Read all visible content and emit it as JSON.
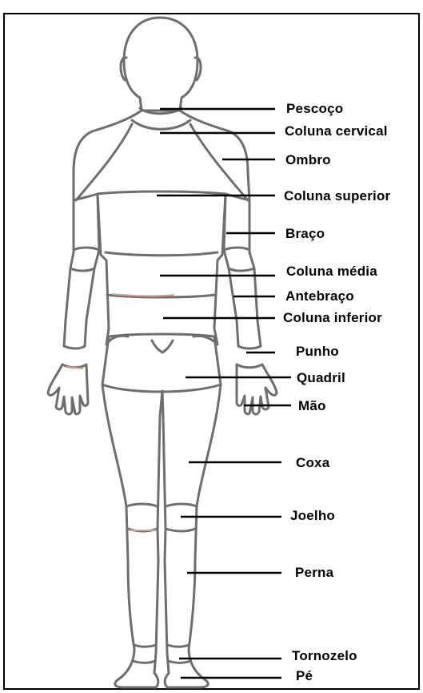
{
  "colors": {
    "outline": "#6e6e6e",
    "line": "#000000",
    "accent": "#d9a08a",
    "background": "#ffffff"
  },
  "labels": [
    {
      "key": "pescoco",
      "text": "Pescoço"
    },
    {
      "key": "coluna_cervical",
      "text": "Coluna cervical"
    },
    {
      "key": "ombro",
      "text": "Ombro"
    },
    {
      "key": "coluna_superior",
      "text": "Coluna superior"
    },
    {
      "key": "braco",
      "text": "Braço"
    },
    {
      "key": "coluna_media",
      "text": "Coluna média"
    },
    {
      "key": "antebraco",
      "text": "Antebraço"
    },
    {
      "key": "coluna_inferior",
      "text": "Coluna inferior"
    },
    {
      "key": "punho",
      "text": "Punho"
    },
    {
      "key": "quadril",
      "text": "Quadril"
    },
    {
      "key": "mao",
      "text": "Mão"
    },
    {
      "key": "coxa",
      "text": "Coxa"
    },
    {
      "key": "joelho",
      "text": "Joelho"
    },
    {
      "key": "perna",
      "text": "Perna"
    },
    {
      "key": "tornozelo",
      "text": "Tornozelo"
    },
    {
      "key": "pe",
      "text": "Pé"
    }
  ]
}
